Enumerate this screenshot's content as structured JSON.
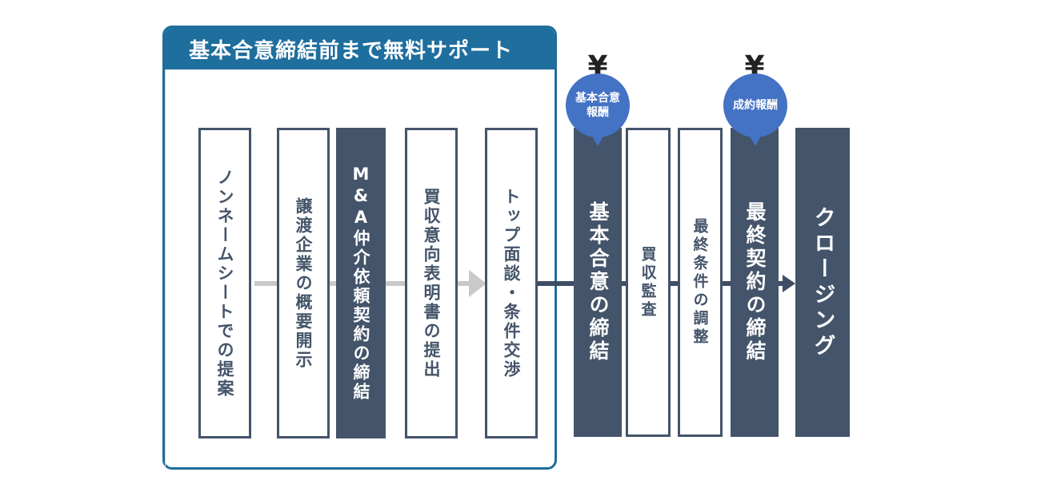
{
  "free_support": {
    "title": "基本合意締結前まで無料サポート"
  },
  "steps": [
    {
      "label": "ノンネームシートでの提案"
    },
    {
      "label": "譲渡企業の概要開示"
    },
    {
      "label": "M&A仲介依頼契約の締結"
    },
    {
      "label": "買収意向表明書の提出"
    },
    {
      "label": "トップ面談・条件交渉"
    },
    {
      "label": "基本合意の締結"
    },
    {
      "label": "買収監査"
    },
    {
      "label": "最終条件の調整"
    },
    {
      "label": "最終契約の締結"
    },
    {
      "label": "クロージング"
    }
  ],
  "fees": [
    {
      "symbol": "¥",
      "label": "基本合意報酬"
    },
    {
      "symbol": "¥",
      "label": "成約報酬"
    }
  ],
  "colors": {
    "frame": "#1e6e9e",
    "step_dark": "#44546a",
    "bubble": "#4472c4",
    "arrow_free": "#c9c9c9",
    "arrow_paid": "#3f4d63"
  }
}
